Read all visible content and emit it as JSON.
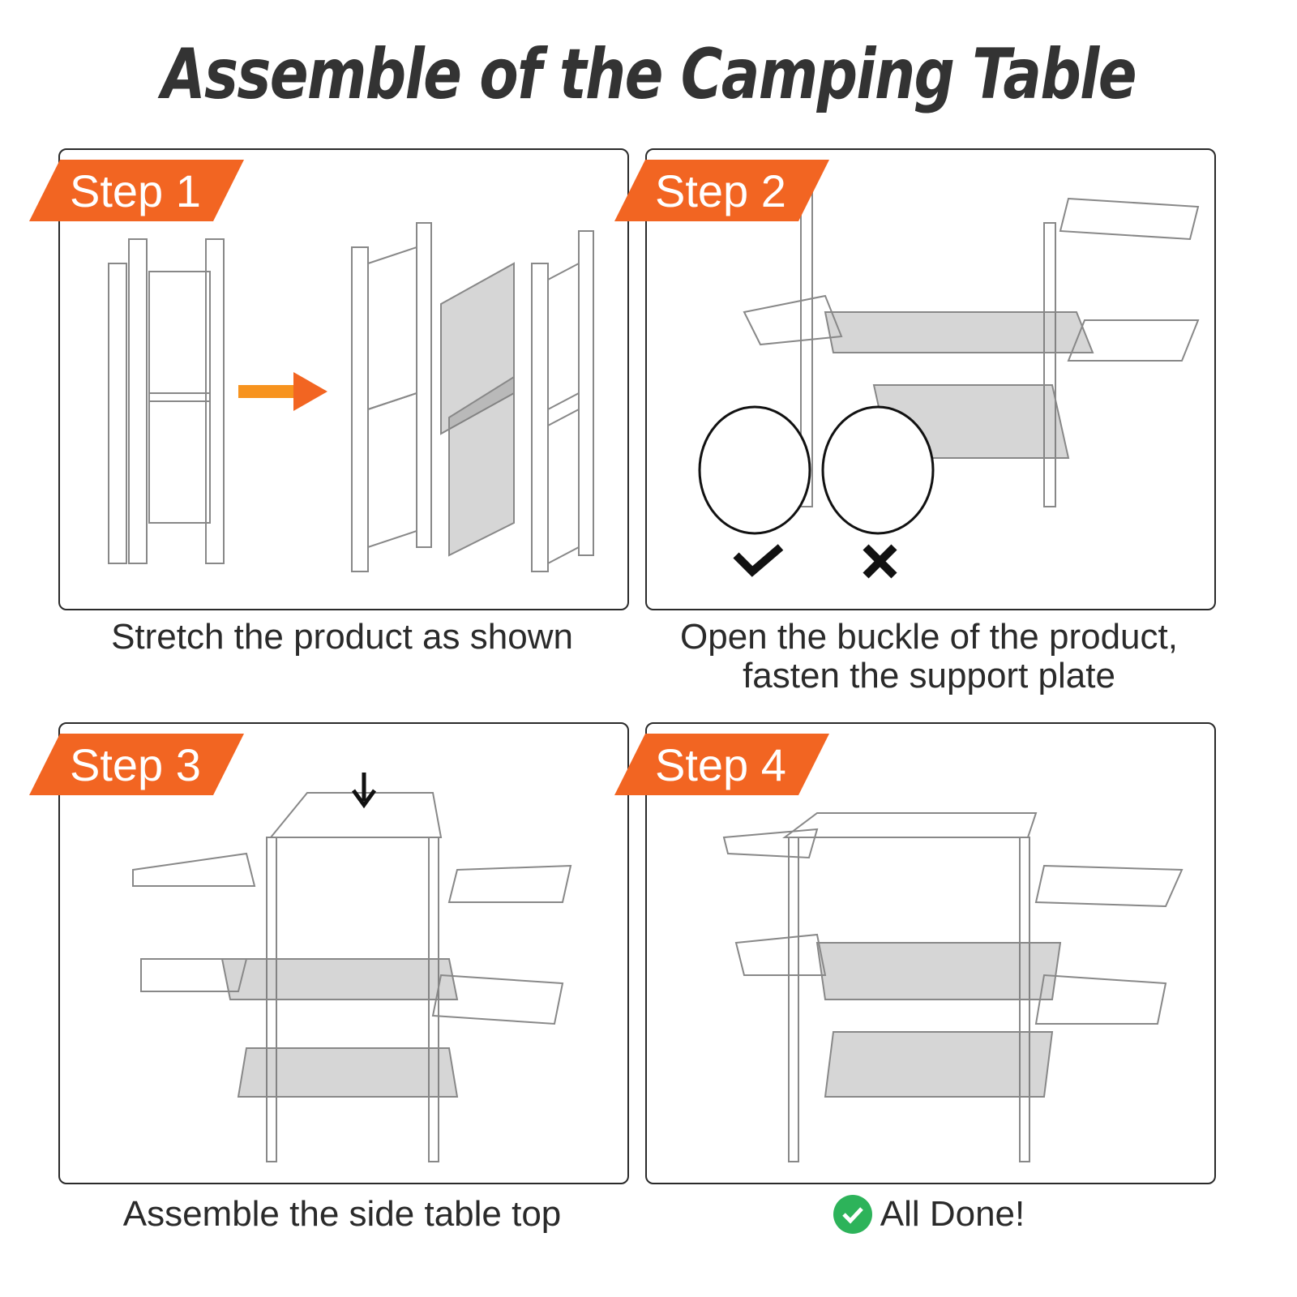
{
  "title": "Assemble of the Camping Table",
  "accent_color": "#F26522",
  "done_color": "#2DB35A",
  "steps": [
    {
      "badge": "Step 1",
      "caption": "Stretch the product as shown",
      "icons": [
        "folded-table-illustration",
        "orange-arrow-icon",
        "unfolding-table-illustration"
      ]
    },
    {
      "badge": "Step 2",
      "caption_line1": "Open the buckle of the product,",
      "caption_line2": "fasten the support plate",
      "icons": [
        "correct-check-icon",
        "wrong-x-icon"
      ]
    },
    {
      "badge": "Step 3",
      "caption": "Assemble the side table top"
    },
    {
      "badge": "Step 4",
      "caption": "All Done!"
    }
  ]
}
